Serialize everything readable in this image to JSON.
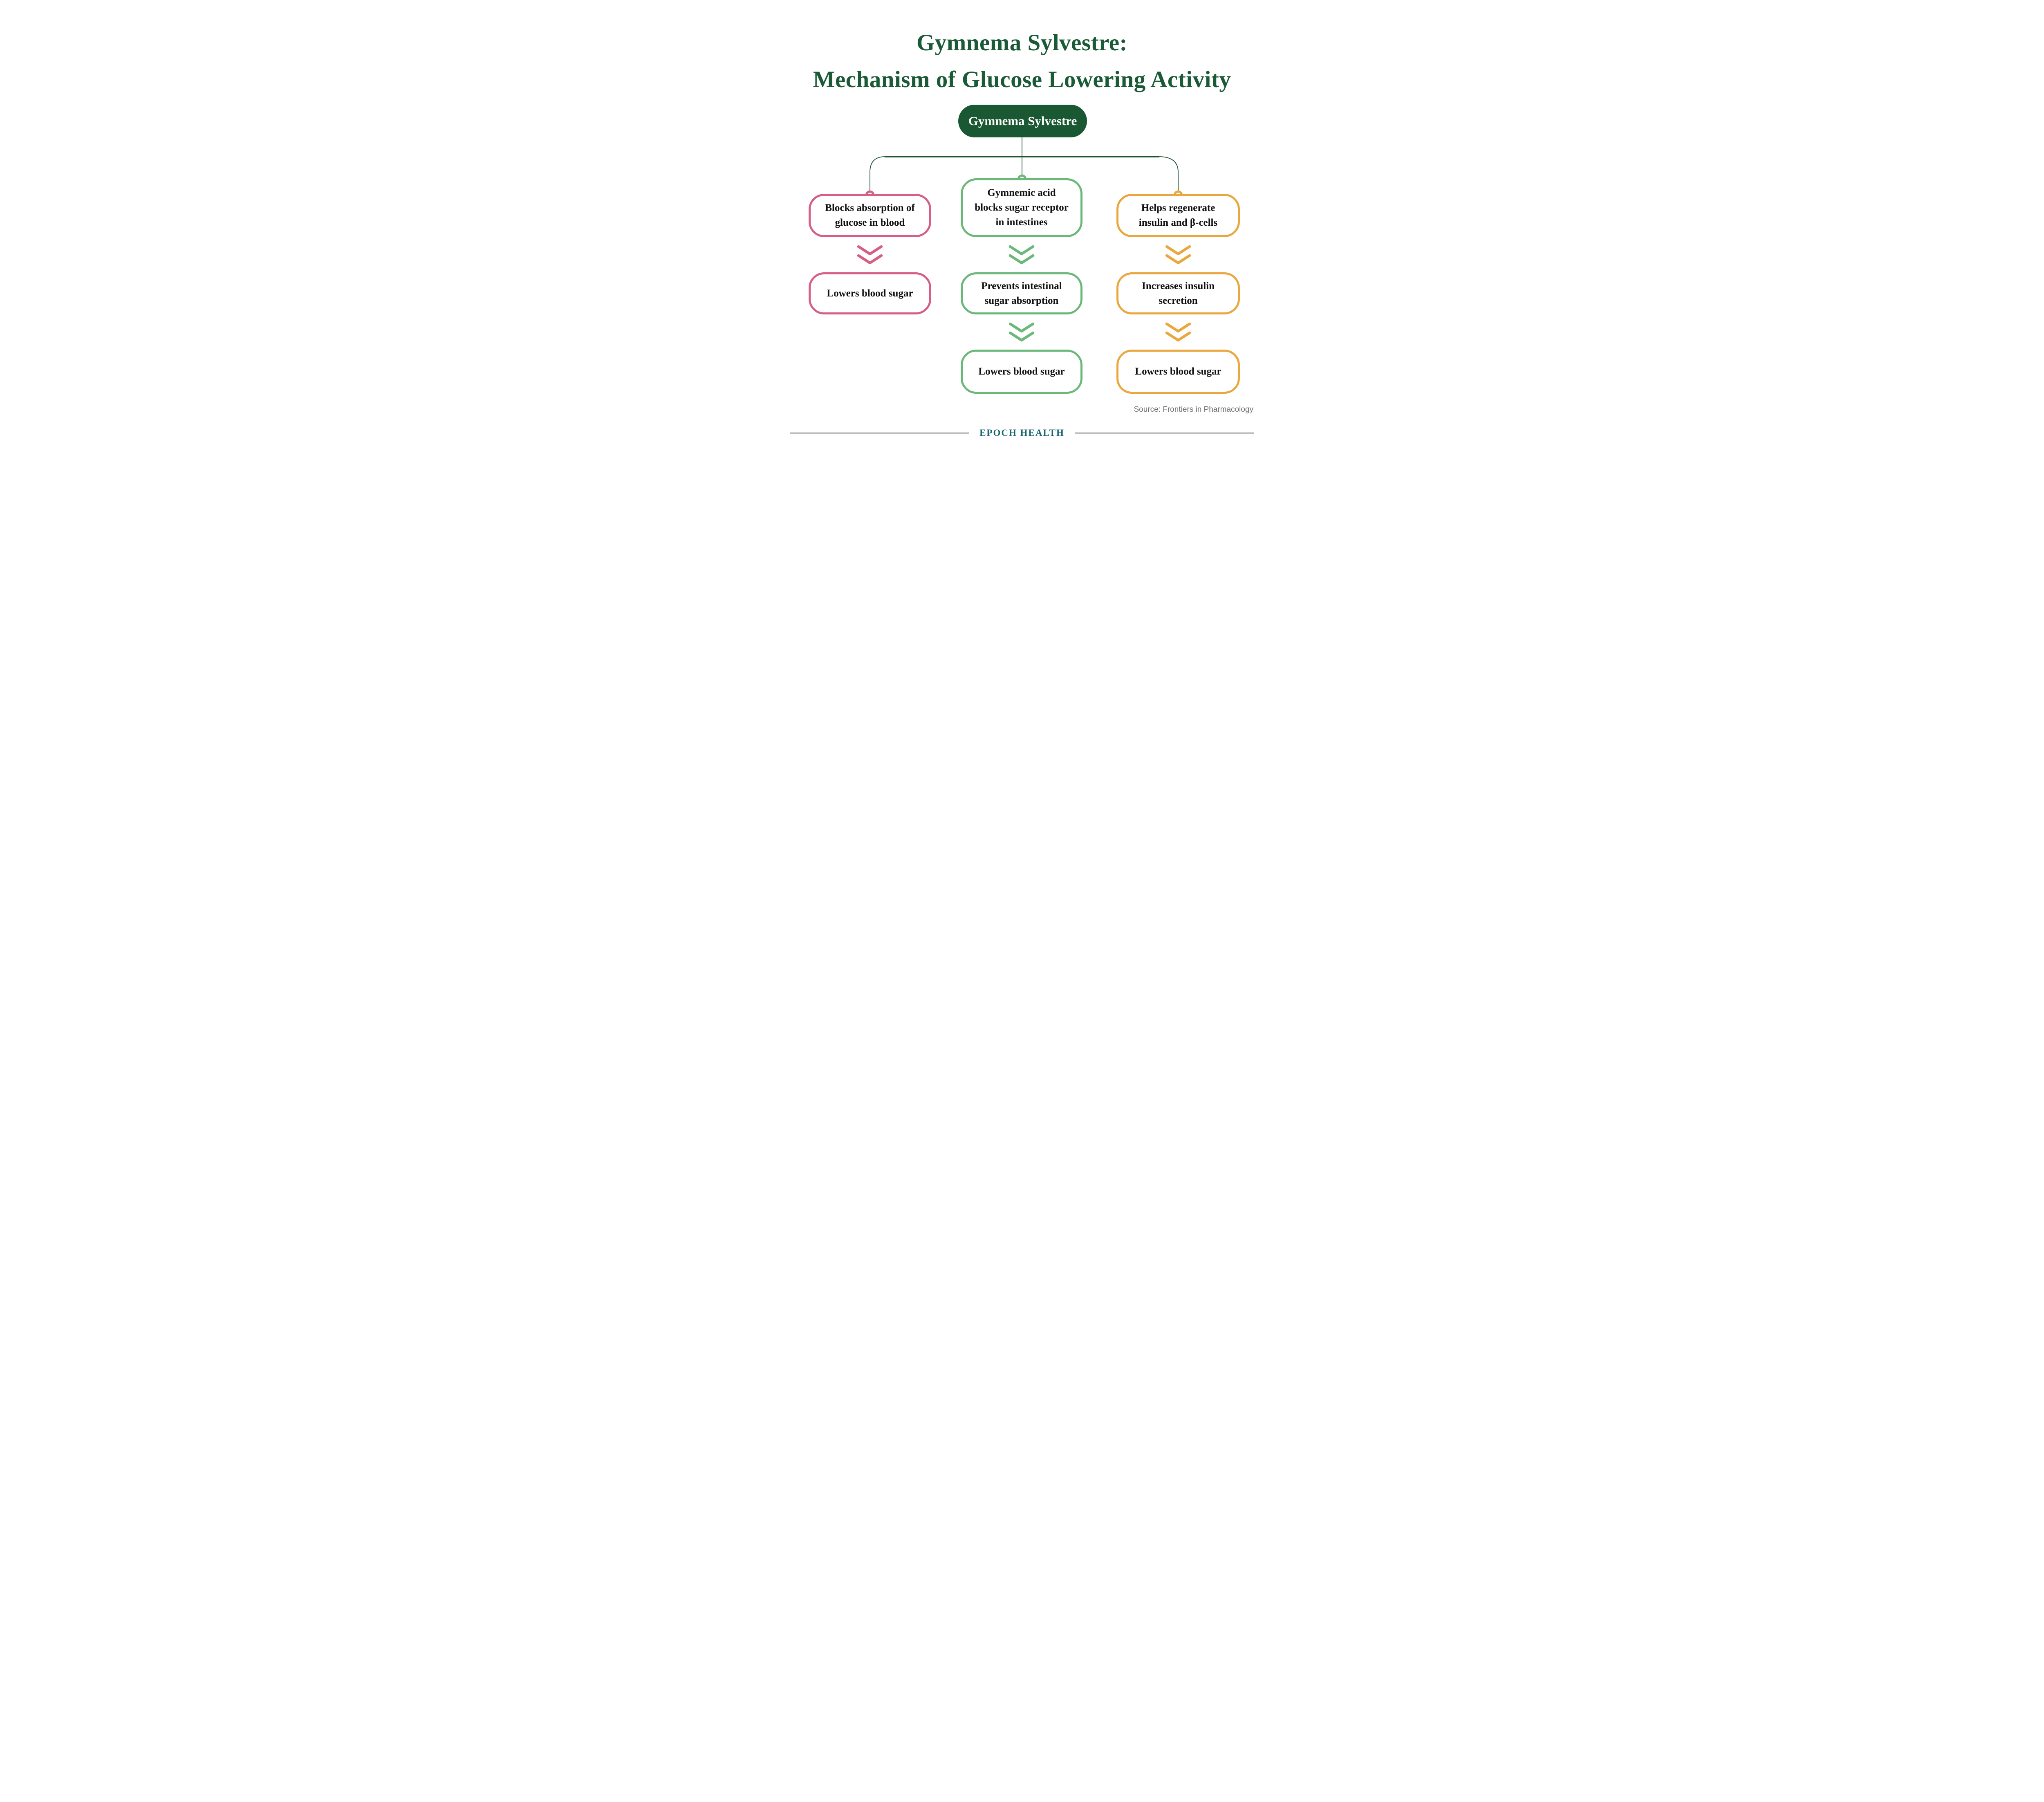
{
  "title": "Gymnema Sylvestre:\nMechanism of Glucose Lowering Activity",
  "root": {
    "label": "Gymnema Sylvestre"
  },
  "columns": [
    {
      "name": "blocks-absorption",
      "color_name": "pink",
      "color": "#d75f84",
      "steps": [
        "Blocks absorption of\nglucose in blood",
        "Lowers blood sugar"
      ]
    },
    {
      "name": "gymnemic-acid",
      "color_name": "green",
      "color": "#6cb87a",
      "steps": [
        "Gymnemic acid\nblocks sugar receptor\nin intestines",
        "Prevents intestinal\nsugar absorption",
        "Lowers blood sugar"
      ]
    },
    {
      "name": "regenerate-insulin",
      "color_name": "orange",
      "color": "#eaa73d",
      "steps": [
        "Helps regenerate\ninsulin and β-cells",
        "Increases insulin\nsecretion",
        "Lowers blood sugar"
      ]
    }
  ],
  "source": "Source: Frontiers in Pharmacology",
  "footer": {
    "brand": "EPOCH HEALTH"
  },
  "colors": {
    "title_green": "#1a5a36",
    "root_green": "#1a5733",
    "connector_green": "#1d5233",
    "pink": "#d75f84",
    "green": "#6cb87a",
    "orange": "#eaa73d",
    "node_text": "#111111",
    "source_gray": "#6e6e6e",
    "footer_teal": "#176672",
    "footer_line": "#333333"
  }
}
